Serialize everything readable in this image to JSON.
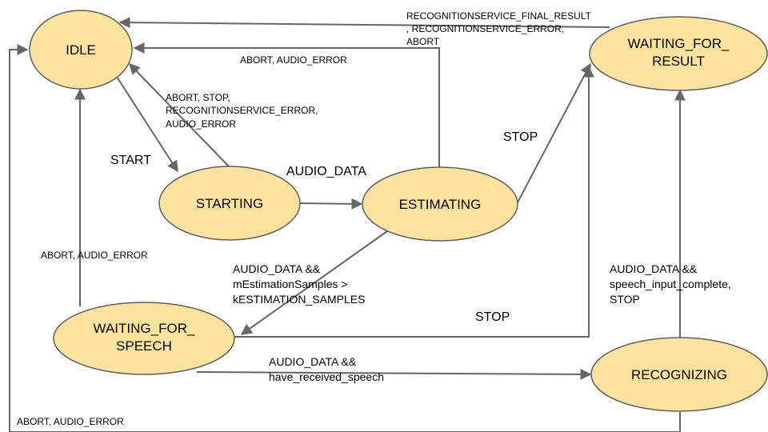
{
  "diagram": {
    "states": {
      "idle": "IDLE",
      "starting": "STARTING",
      "estimating": "ESTIMATING",
      "waiting_for_result": [
        "WAITING_FOR_",
        "RESULT"
      ],
      "waiting_for_speech": [
        "WAITING_FOR_",
        "SPEECH"
      ],
      "recognizing": "RECOGNIZING"
    },
    "transitions": {
      "idle_to_starting": "START",
      "starting_to_idle": [
        "ABORT, STOP,",
        "RECOGNITIONSERVICE_ERROR,",
        "AUDIO_ERROR"
      ],
      "starting_to_estimating": "AUDIO_DATA",
      "estimating_to_idle": "ABORT, AUDIO_ERROR",
      "estimating_to_waiting_for_result": "STOP",
      "waiting_for_result_to_idle": [
        "RECOGNITIONSERVICE_FINAL_RESULT",
        ", RECOGNITIONSERVICE_ERROR,",
        "ABORT"
      ],
      "estimating_to_waiting_for_speech": [
        "AUDIO_DATA &&",
        "mEstimationSamples >",
        "kESTIMATION_SAMPLES"
      ],
      "waiting_for_speech_to_idle": "ABORT, AUDIO_ERROR",
      "waiting_for_speech_to_waiting_for_result": "STOP",
      "waiting_for_speech_to_recognizing": [
        "AUDIO_DATA &&",
        "have_received_speech"
      ],
      "recognizing_to_waiting_for_result": [
        "AUDIO_DATA &&",
        "speech_input_complete,",
        "STOP"
      ],
      "recognizing_to_idle": "ABORT, AUDIO_ERROR"
    }
  }
}
